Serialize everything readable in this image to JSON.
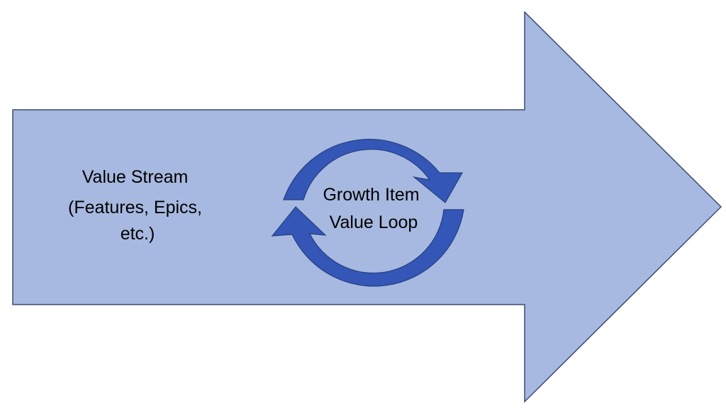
{
  "diagram": {
    "stream_label": {
      "lines": [
        "Value Stream",
        "(Features, Epics,",
        "etc.)"
      ]
    },
    "loop_label": {
      "lines": [
        "Growth Item",
        "Value Loop"
      ]
    },
    "colors": {
      "arrow_fill": "#a7b9e0",
      "arrow_stroke": "#3c4a70",
      "loop_fill": "#3456b7",
      "loop_stroke": "#24407f",
      "text": "#000000",
      "background": "#ffffff"
    },
    "icons": {
      "main_arrow": "right-arrow-shape",
      "loop": "circular-refresh-arrows"
    }
  }
}
